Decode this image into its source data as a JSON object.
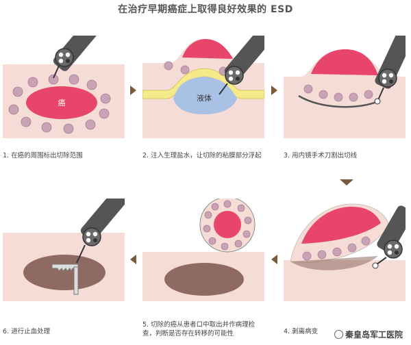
{
  "title": "在治疗早期癌症上取得良好效果的 ESD",
  "steps": [
    {
      "caption": "1. 在癌的周围标出切除范围",
      "label": "癌"
    },
    {
      "caption": "2. 注入生理盐水，让切除的粘膜部分浮起",
      "label": "液体"
    },
    {
      "caption": "3. 用内镜手术刀割出切线"
    },
    {
      "caption": "4. 剥离病变"
    },
    {
      "caption": "5. 切除的癌从患者口中取出并作病理检查，判断是否存在转移的可能性"
    },
    {
      "caption": "6. 进行止血处理"
    }
  ],
  "watermark": "秦皇岛军工医院",
  "colors": {
    "tissue": "#f6dcd6",
    "tumor": "#e8456a",
    "dot": "#c9a3b5",
    "fluid": "#a9c1e4",
    "saline_band": "#f5e98a",
    "scope": "#555555",
    "arrow": "#7a5a3a"
  }
}
